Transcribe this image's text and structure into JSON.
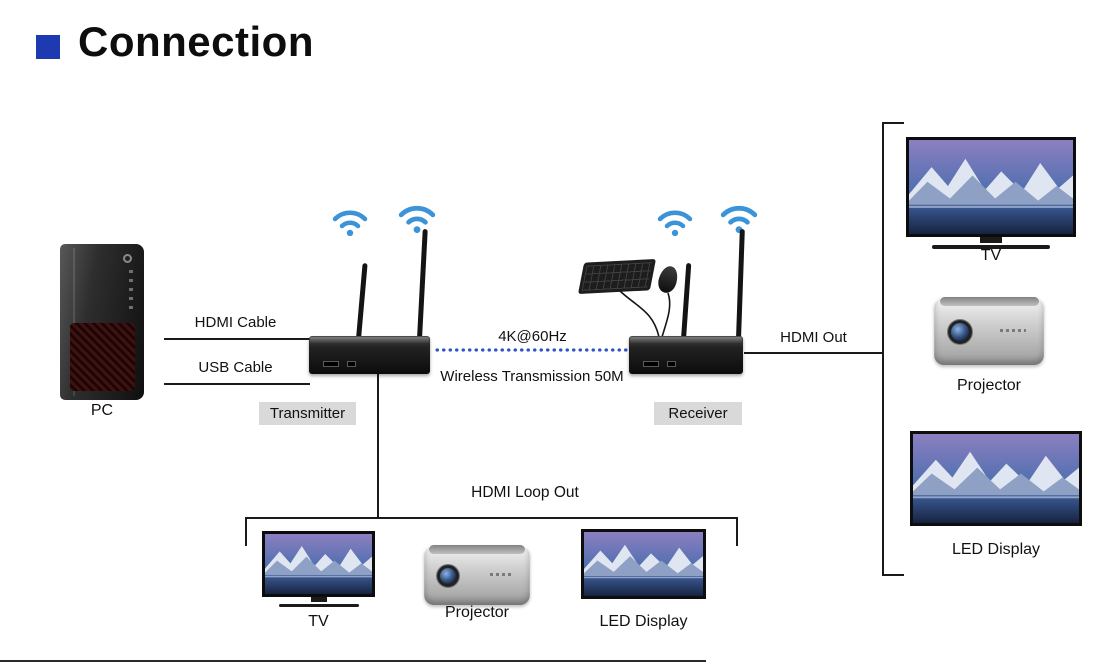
{
  "header": {
    "title": "Connection"
  },
  "colors": {
    "accent": "#1e3ab0",
    "wifi": "#3b93d8",
    "link": "#2d52c8"
  },
  "icons": {
    "wifi": "wifi-signal-icon"
  },
  "pc": {
    "label": "PC"
  },
  "cables": {
    "hdmi": "HDMI Cable",
    "usb": "USB Cable"
  },
  "transmitter": {
    "label": "Transmitter"
  },
  "receiver": {
    "label": "Receiver"
  },
  "wireless": {
    "spec": "4K@60Hz",
    "caption": "Wireless Transmission 50M"
  },
  "hdmi_out": {
    "label": "HDMI Out",
    "devices": [
      {
        "type": "tv",
        "label": "TV"
      },
      {
        "type": "projector",
        "label": "Projector"
      },
      {
        "type": "led-display",
        "label": "LED Display"
      }
    ]
  },
  "loop_out": {
    "label": "HDMI Loop Out",
    "devices": [
      {
        "type": "tv",
        "label": "TV"
      },
      {
        "type": "projector",
        "label": "Projector"
      },
      {
        "type": "led-display",
        "label": "LED Display"
      }
    ]
  }
}
